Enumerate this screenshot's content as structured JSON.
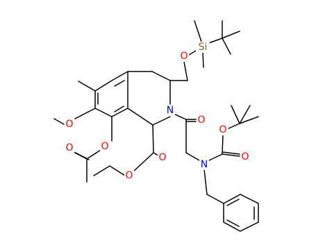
{
  "atom_labels": {
    "o_silyl_ether": "O",
    "si": "Si",
    "n_ring": "N",
    "o_amide": "O",
    "o_carbamate_ester": "O",
    "o_carbamate_carbonyl": "O",
    "n_carbamate": "N",
    "o_methoxy": "O",
    "o_acetate_ester": "O",
    "o_acetate_carbonyl": "O",
    "o_ethyl_ester_carbonyl": "O",
    "o_ethyl_ester": "O"
  },
  "colors": {
    "bond": "#000000",
    "oxygen": "#ff0000",
    "nitrogen": "#0000ff",
    "silicon": "#8b5a2b",
    "background": "#ffffff"
  }
}
